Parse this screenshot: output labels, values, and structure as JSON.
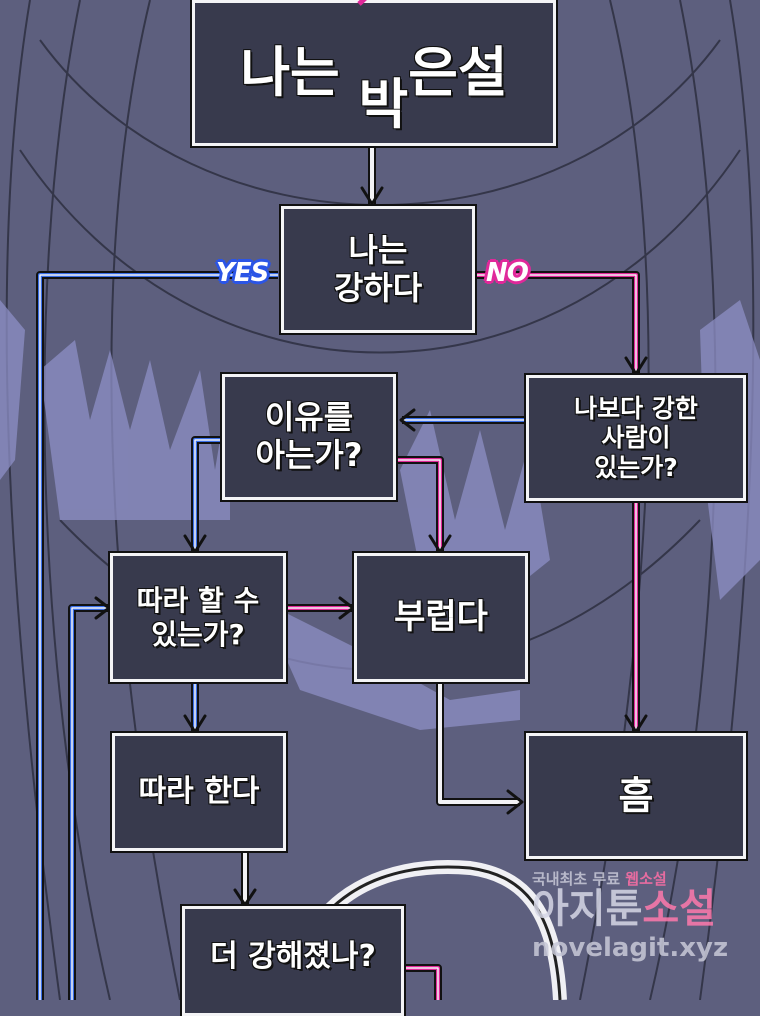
{
  "title": {
    "prefix": "나는 ",
    "struck_syllable": "박",
    "correction": "고",
    "suffix": "은설"
  },
  "labels": {
    "yes": "YES",
    "no": "NO"
  },
  "nodes": {
    "strong": "나는\n강하다",
    "know_reason": "이유를\n아는가?",
    "stronger_person": "나보다 강한\n사람이\n있는가?",
    "can_follow": "따라 할 수\n있는가?",
    "envy": "부럽다",
    "follow": "따라 한다",
    "hmm": "흠",
    "got_stronger": "더 강해졌나?"
  },
  "watermark": {
    "line1": "국내최초 무료",
    "line1_accent": "웹소설",
    "brand_a": "아지툰",
    "brand_b": "소설",
    "url": "novelagit.xyz"
  },
  "colors": {
    "yes": "#3a6fe8",
    "no": "#e0289a",
    "bg": "#5d5f7e",
    "box": "#383a4d"
  }
}
